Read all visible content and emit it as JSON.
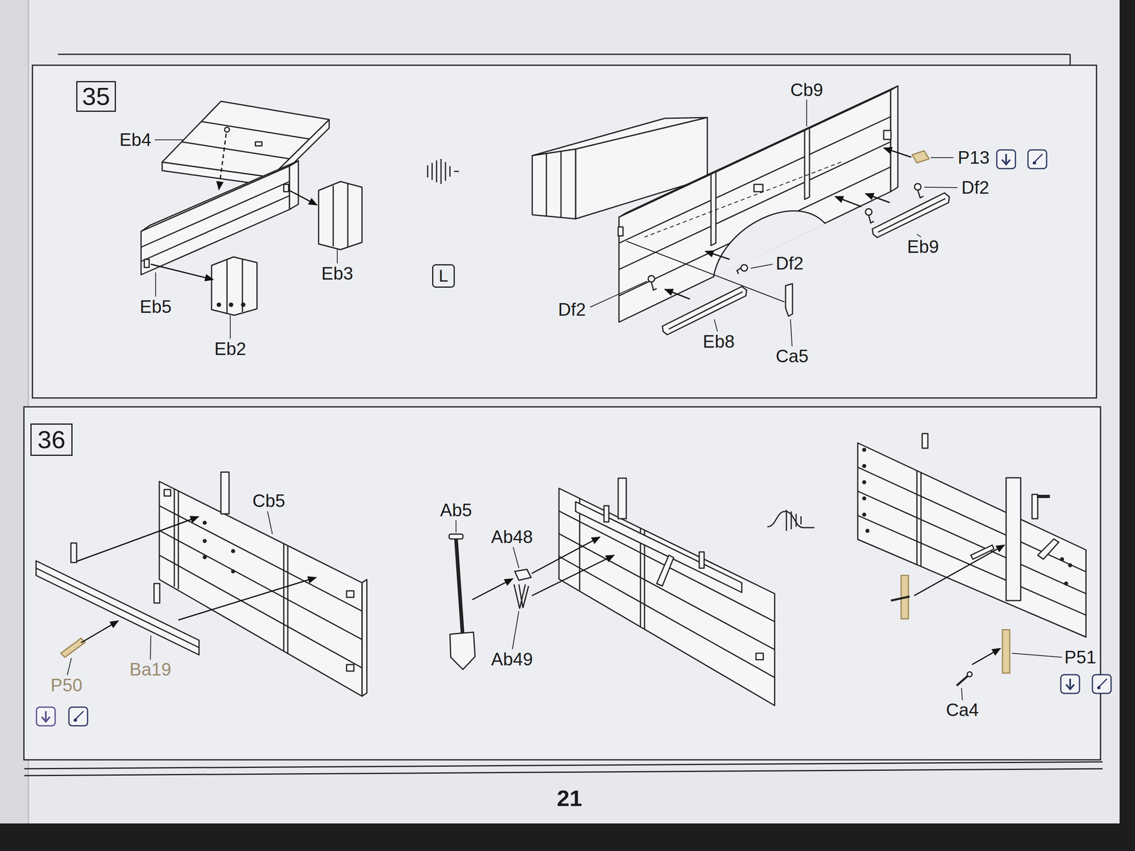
{
  "diagram": {
    "nodes": [
      {
        "text": [
          "35"
        ]
      },
      {
        "text": [
          "L"
        ]
      },
      {
        "text": [
          "36"
        ]
      }
    ],
    "labels": [
      "Eb4",
      "Eb3",
      "Eb5",
      "Eb2",
      "Cb9",
      "P13",
      "Df2",
      "Eb9",
      "Df2",
      "Df2",
      "Eb8",
      "Ca5",
      "Cb5",
      "Ab5",
      "Ab48",
      "Ab49",
      "P51",
      "Ba19",
      "P50",
      "Ca4",
      "21"
    ]
  }
}
